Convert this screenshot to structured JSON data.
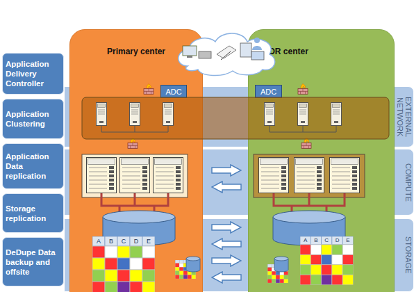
{
  "diagram": {
    "nodes": [
      {
        "text": [
          "Application Delivery Controller"
        ]
      },
      {
        "text": [
          "Application Clustering"
        ]
      },
      {
        "text": [
          "Application Data replication"
        ]
      },
      {
        "text": [
          "Storage replication"
        ]
      },
      {
        "text": [
          "DeDupe Data backup and offsite"
        ]
      },
      {
        "text": [
          "Primary center"
        ]
      },
      {
        "text": [
          "ADC"
        ],
        "in": 5
      },
      {
        "text": [
          "DR center"
        ]
      },
      {
        "text": [
          "ADC"
        ],
        "in": 7
      },
      {
        "text": [
          "EXTERNAL NETWORK"
        ]
      },
      {
        "text": [
          "COMPUTE"
        ]
      },
      {
        "text": [
          "STORAGE"
        ]
      }
    ],
    "labels": [
      "A",
      "B",
      "C",
      "D",
      "E",
      "A",
      "B",
      "C",
      "D",
      "E"
    ]
  }
}
